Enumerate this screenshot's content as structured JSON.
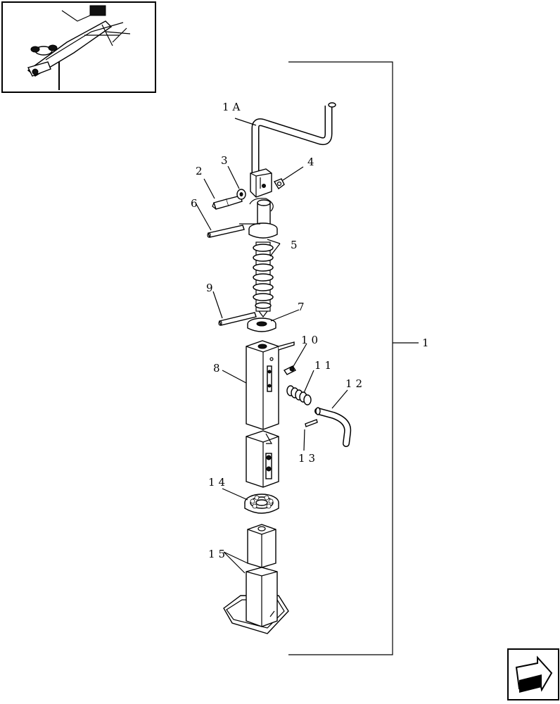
{
  "diagram": {
    "callouts": {
      "c1A": "1A",
      "c2": "2",
      "c3": "3",
      "c4": "4",
      "c5": "5",
      "c6": "6",
      "c7": "7",
      "c8": "8",
      "c9": "9",
      "c10": "10",
      "c11": "11",
      "c12": "12",
      "c13": "13",
      "c14": "14",
      "c15": "15",
      "c1": "1"
    }
  },
  "navigation": {
    "next_icon": "arrow-next-icon"
  }
}
